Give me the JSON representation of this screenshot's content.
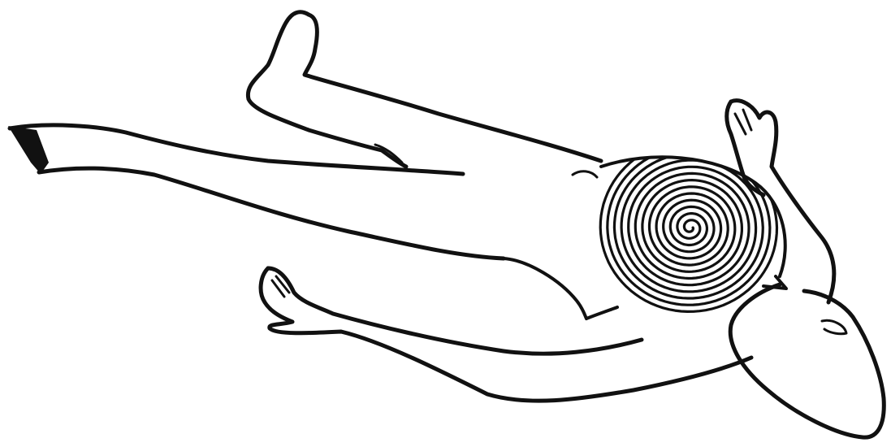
{
  "figure": {
    "subject": "human-figure-lying",
    "colors": {
      "ink": "#111111",
      "background": "#ffffff"
    },
    "parts": [
      {
        "name": "left-leg"
      },
      {
        "name": "right-leg"
      },
      {
        "name": "torso"
      },
      {
        "name": "left-arm"
      },
      {
        "name": "right-arm"
      },
      {
        "name": "head"
      },
      {
        "name": "spiral-pattern"
      }
    ]
  }
}
